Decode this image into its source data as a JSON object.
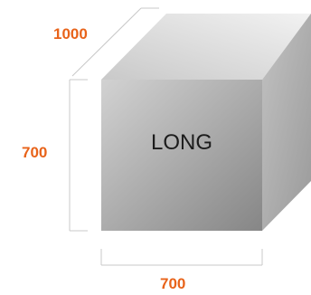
{
  "dimensions": {
    "depth": "1000",
    "height": "700",
    "width": "700"
  },
  "box": {
    "front_label": "LONG"
  },
  "colors": {
    "dimension_label": "#e8631a",
    "dimension_line": "#c8c8c8",
    "front_face_light": "#cfcfcf",
    "front_face_dark": "#8a8a8a",
    "top_face": "#dedede",
    "side_face": "#b0b0b0"
  }
}
